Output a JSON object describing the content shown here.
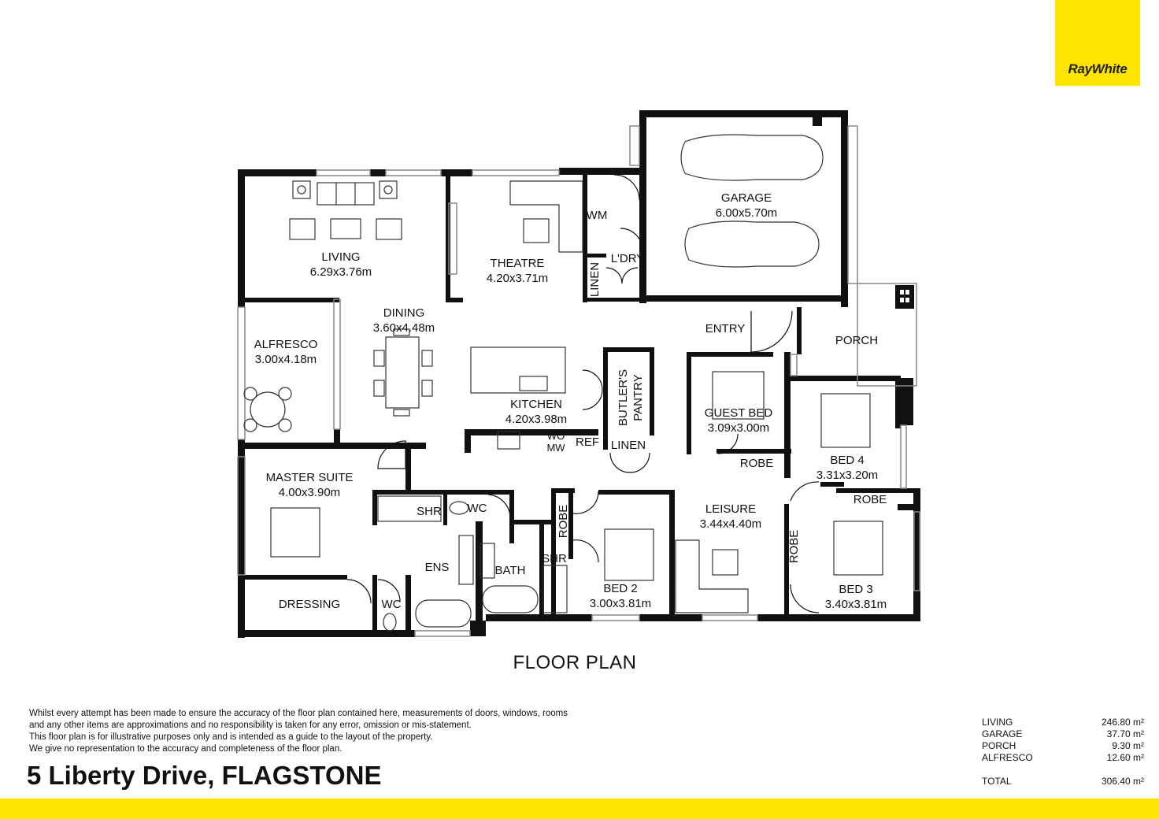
{
  "brand": {
    "logo_text": "RayWhite",
    "color": "#ffe400"
  },
  "plan_title": "FLOOR PLAN",
  "rooms": [
    {
      "name": "LIVING",
      "size": "6.29x3.76m"
    },
    {
      "name": "THEATRE",
      "size": "4.20x3.71m"
    },
    {
      "name": "WM"
    },
    {
      "name": "L'DRY"
    },
    {
      "name": "LINEN"
    },
    {
      "name": "GARAGE",
      "size": "6.00x5.70m"
    },
    {
      "name": "DINING",
      "size": "3.60x4.48m"
    },
    {
      "name": "ALFRESCO",
      "size": "3.00x4.18m"
    },
    {
      "name": "ENTRY"
    },
    {
      "name": "PORCH"
    },
    {
      "name": "KITCHEN",
      "size": "4.20x3.98m"
    },
    {
      "name": "BUTLER'S",
      "size": "PANTRY"
    },
    {
      "name": "WO",
      "size": "MW"
    },
    {
      "name": "REF"
    },
    {
      "name": "LINEN"
    },
    {
      "name": "GUEST BED",
      "size": "3.09x3.00m"
    },
    {
      "name": "ROBE"
    },
    {
      "name": "BED 4",
      "size": "3.31x3.20m"
    },
    {
      "name": "ROBE"
    },
    {
      "name": "MASTER SUITE",
      "size": "4.00x3.90m"
    },
    {
      "name": "SHR"
    },
    {
      "name": "WC"
    },
    {
      "name": "ENS"
    },
    {
      "name": "BATH"
    },
    {
      "name": "SHR"
    },
    {
      "name": "ROBE"
    },
    {
      "name": "BED 2",
      "size": "3.00x3.81m"
    },
    {
      "name": "LEISURE",
      "size": "3.44x4.40m"
    },
    {
      "name": "ROBE"
    },
    {
      "name": "BED 3",
      "size": "3.40x3.81m"
    },
    {
      "name": "DRESSING"
    },
    {
      "name": "WC"
    }
  ],
  "disclaimer": [
    "Whilst every attempt has been made to ensure the accuracy of the floor plan contained here, measurements of doors, windows, rooms",
    "and any other items are approximations and no responsibility is taken for any error, omission or mis-statement.",
    "This floor plan is for illustrative purposes only and is intended as a guide to the layout of the property.",
    "We give no representation to the accuracy and completeness of the floor plan."
  ],
  "address": "5 Liberty Drive, FLAGSTONE",
  "areas": [
    {
      "label": "LIVING",
      "value": "246.80 m²"
    },
    {
      "label": "GARAGE",
      "value": "37.70 m²"
    },
    {
      "label": "PORCH",
      "value": "9.30 m²"
    },
    {
      "label": "ALFRESCO",
      "value": "12.60 m²"
    }
  ],
  "total": {
    "label": "TOTAL",
    "value": "306.40 m²"
  }
}
